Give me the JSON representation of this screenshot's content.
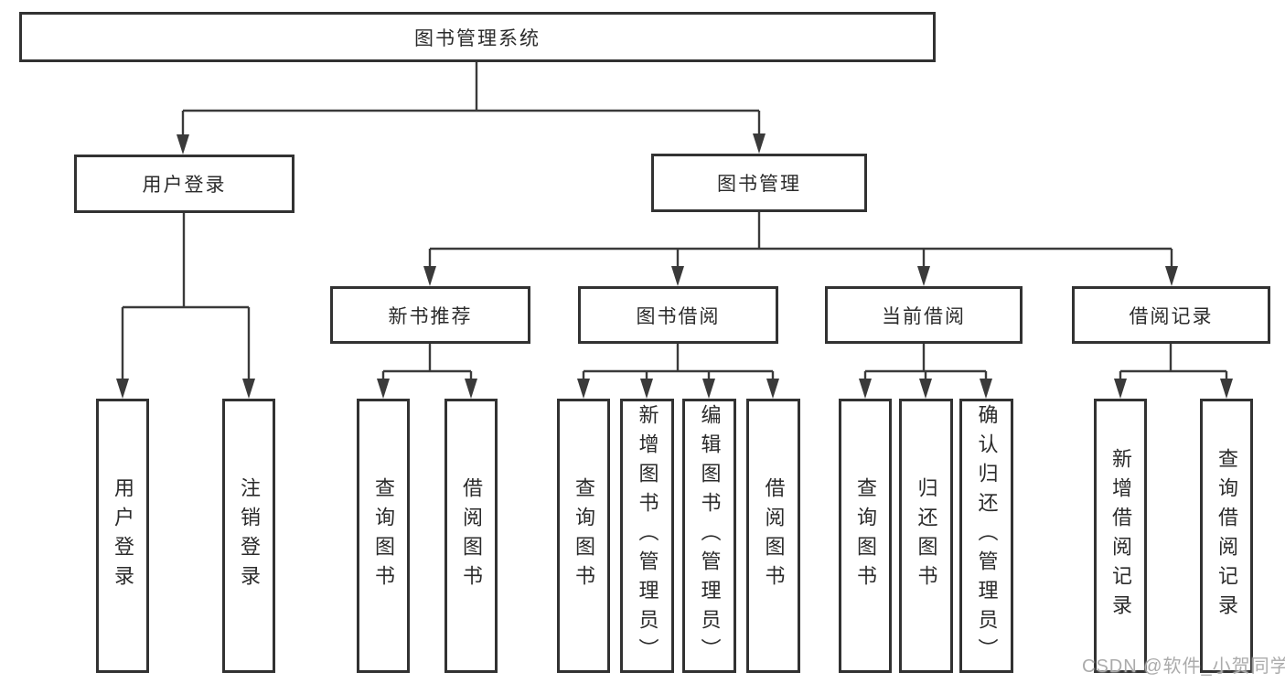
{
  "diagram": {
    "root": {
      "label": "图书管理系统"
    },
    "branches": [
      {
        "label": "用户登录",
        "children": [
          {
            "label": "用户登录"
          },
          {
            "label": "注销登录"
          }
        ]
      },
      {
        "label": "图书管理",
        "children": [
          {
            "label": "新书推荐",
            "children": [
              {
                "label": "查询图书"
              },
              {
                "label": "借阅图书"
              }
            ]
          },
          {
            "label": "图书借阅",
            "children": [
              {
                "label": "查询图书"
              },
              {
                "label": "新增图书（管理员）"
              },
              {
                "label": "编辑图书（管理员）"
              },
              {
                "label": "借阅图书"
              }
            ]
          },
          {
            "label": "当前借阅",
            "children": [
              {
                "label": "查询图书"
              },
              {
                "label": "归还图书"
              },
              {
                "label": "确认归还（管理员）"
              }
            ]
          },
          {
            "label": "借阅记录",
            "children": [
              {
                "label": "新增借阅记录"
              },
              {
                "label": "查询借阅记录"
              }
            ]
          }
        ]
      }
    ]
  },
  "watermark": {
    "text": "CSDN @软件_小贺同学"
  },
  "colors": {
    "border": "#323232",
    "line": "#3a3a3a",
    "text": "#2b2b2b",
    "watermark": "#ababab",
    "background": "#ffffff"
  }
}
